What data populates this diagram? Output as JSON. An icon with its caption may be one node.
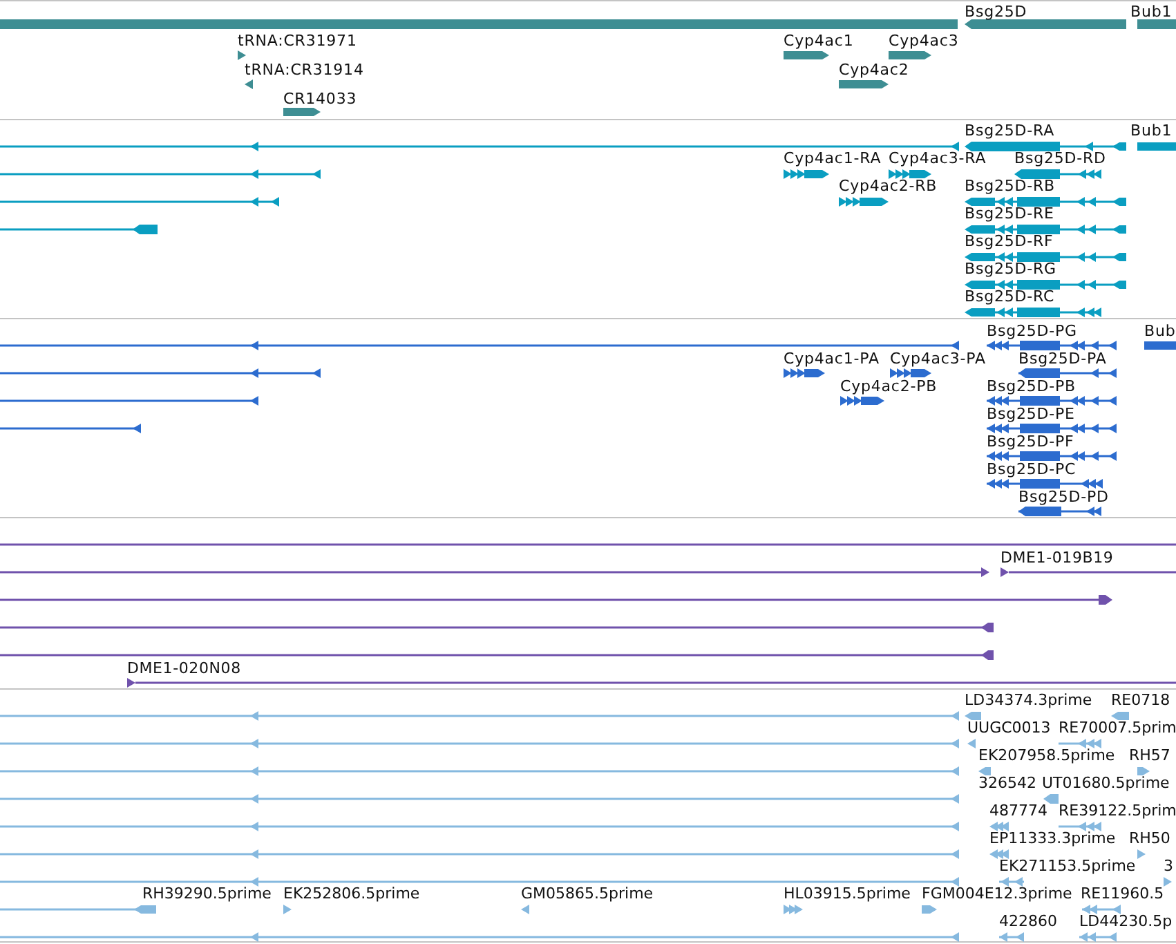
{
  "diagram": {
    "labels": [
      "Bsg25D",
      "Bub1",
      "tRNA:CR31971",
      "Cyp4ac1",
      "Cyp4ac3",
      "tRNA:CR31914",
      "Cyp4ac2",
      "CR14033",
      "Bsg25D-RA",
      "Bub1",
      "Cyp4ac1-RA",
      "Cyp4ac3-RA",
      "Bsg25D-RD",
      "Cyp4ac2-RB",
      "Bsg25D-RB",
      "Bsg25D-RE",
      "Bsg25D-RF",
      "Bsg25D-RG",
      "Bsg25D-RC",
      "Bsg25D-PG",
      "Bub",
      "Cyp4ac1-PA",
      "Cyp4ac3-PA",
      "Bsg25D-PA",
      "Cyp4ac2-PB",
      "Bsg25D-PB",
      "Bsg25D-PE",
      "Bsg25D-PF",
      "Bsg25D-PC",
      "Bsg25D-PD",
      "DME1-019B19",
      "DME1-020N08",
      "LD34374.3prime",
      "RE0718",
      "UUGC0013",
      "RE70007.5prim",
      "EK207958.5prime",
      "RH57",
      "326542",
      "UT01680.5prime",
      "487774",
      "RE39122.5prim",
      "EP11333.3prime",
      "RH50",
      "EK271153.5prime",
      "3",
      "RH39290.5prime",
      "EK252806.5prime",
      "GM05865.5prime",
      "HL03915.5prime",
      "FGM004E12.3prime",
      "RE11960.5",
      "422860",
      "LD44230.5p"
    ]
  }
}
